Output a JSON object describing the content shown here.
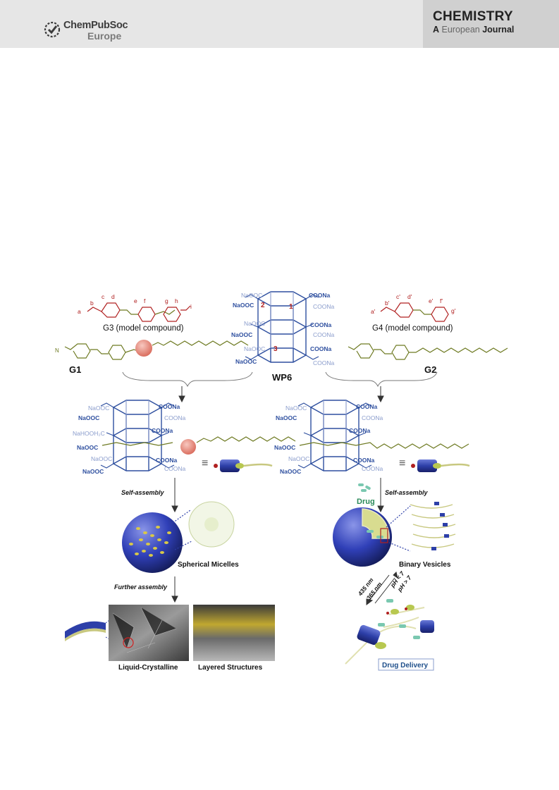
{
  "header": {
    "publisher_name": "ChemPubSoc",
    "publisher_sub": "Europe",
    "journal_line1": "CHEMISTRY",
    "journal_a": "A",
    "journal_european": "European",
    "journal_word": "Journal"
  },
  "figure": {
    "compounds": {
      "g3": "G3 (model compound)",
      "g4": "G4 (model compound)",
      "g1": "G1",
      "g2": "G2",
      "wp6": "WP6"
    },
    "wp6_labels": {
      "naooc": "NaOOC",
      "coona": "COONa",
      "nahooh2c": "NaHOOH₂C",
      "n1": "1",
      "n2": "2",
      "n3": "3"
    },
    "proton_labels_g3": [
      "a",
      "b",
      "c",
      "d",
      "e",
      "f",
      "g",
      "h",
      "i"
    ],
    "proton_labels_g4": [
      "a'",
      "b'",
      "c'",
      "d'",
      "e'",
      "f'",
      "g'"
    ],
    "steps": {
      "self_assembly_left": "Self-assembly",
      "self_assembly_right": "Self-assembly",
      "drug": "Drug",
      "spherical_micelles": "Spherical Micelles",
      "binary_vesicles": "Binary Vesicles",
      "further_assembly": "Further assembly",
      "liquid_crystalline": "Liquid-Crystalline",
      "layered_structures": "Layered Structures",
      "wl_435": "435 nm",
      "wl_365": "365 nm",
      "ph_lt": "pH < 7",
      "ph_gt": "pH > 7",
      "drug_delivery": "Drug Delivery"
    },
    "colors": {
      "host_blue": "#2e4f9f",
      "host_light": "#8a9ccc",
      "guest_red": "#b02020",
      "guest_olive": "#6e7a22",
      "micelle_blue": "#2d3fa8",
      "gold": "#d8c848",
      "drug_green": "#2b8a5a"
    }
  }
}
